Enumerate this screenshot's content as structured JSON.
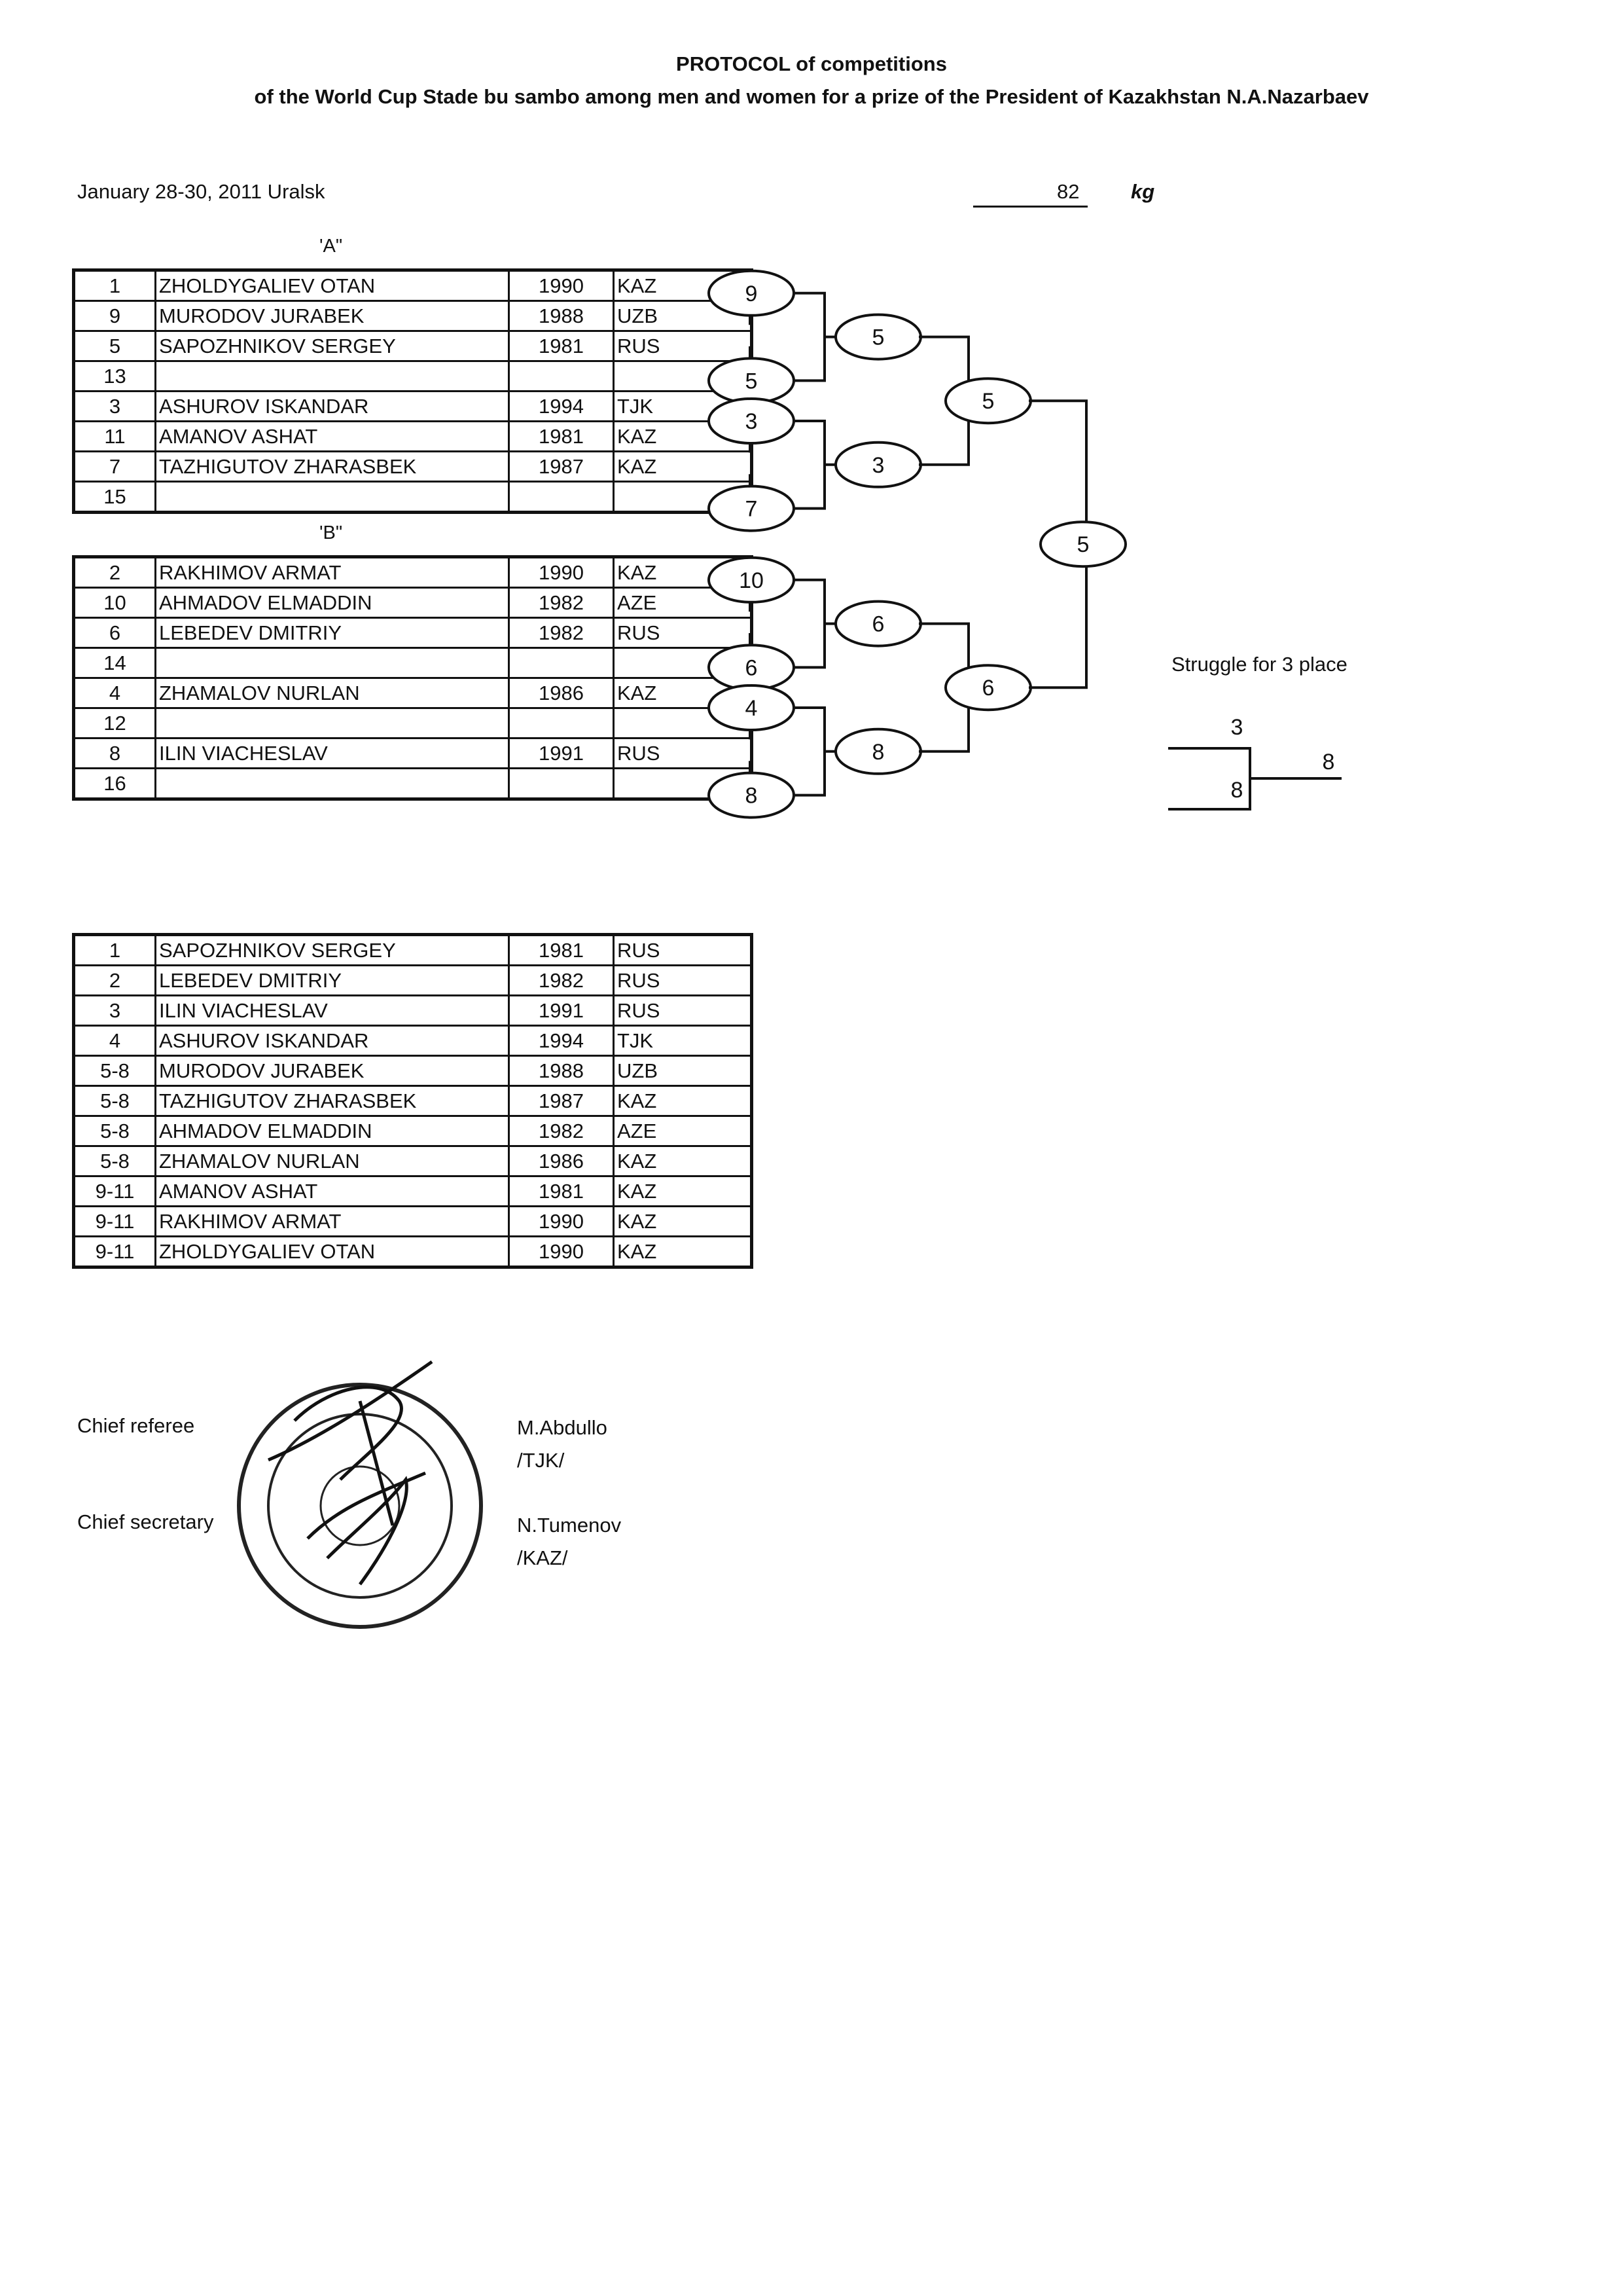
{
  "header": {
    "title": "PROTOCOL of competitions",
    "subtitle": "of the World Cup Stade bu sambo among men and women for a  prize of the President of Kazakhstan N.A.Nazarbaev",
    "date_place": "January 28-30, 2011 Uralsk",
    "weight": "82",
    "weight_unit": "kg"
  },
  "group_a": {
    "label": "'A\"",
    "rows": [
      {
        "num": "1",
        "name": "ZHOLDYGALIEV  OTAN",
        "year": "1990",
        "country": "KAZ"
      },
      {
        "num": "9",
        "name": "MURODOV JURABEK",
        "year": "1988",
        "country": "UZB"
      },
      {
        "num": "5",
        "name": "SAPOZHNIKOV SERGEY",
        "year": "1981",
        "country": "RUS"
      },
      {
        "num": "13",
        "name": "",
        "year": "",
        "country": ""
      },
      {
        "num": "3",
        "name": "ASHUROV ISKANDAR",
        "year": "1994",
        "country": "TJK"
      },
      {
        "num": "11",
        "name": "AMANOV ASHAT",
        "year": "1981",
        "country": "KAZ"
      },
      {
        "num": "7",
        "name": "TAZHIGUTOV ZHARASBEK",
        "year": "1987",
        "country": "KAZ"
      },
      {
        "num": "15",
        "name": "",
        "year": "",
        "country": ""
      }
    ]
  },
  "group_b": {
    "label": "'B\"",
    "rows": [
      {
        "num": "2",
        "name": "RAKHIMOV ARMAT",
        "year": "1990",
        "country": "KAZ"
      },
      {
        "num": "10",
        "name": "AHMADOV ELMADDIN",
        "year": "1982",
        "country": "AZE"
      },
      {
        "num": "6",
        "name": "LEBEDEV DMITRIY",
        "year": "1982",
        "country": "RUS"
      },
      {
        "num": "14",
        "name": "",
        "year": "",
        "country": ""
      },
      {
        "num": "4",
        "name": "ZHAMALOV NURLAN",
        "year": "1986",
        "country": "KAZ"
      },
      {
        "num": "12",
        "name": "",
        "year": "",
        "country": ""
      },
      {
        "num": "8",
        "name": "ILIN  VIACHESLAV",
        "year": "1991",
        "country": "RUS"
      },
      {
        "num": "16",
        "name": "",
        "year": "",
        "country": ""
      }
    ]
  },
  "bracket": {
    "a_round1": [
      "9",
      "5",
      "3",
      "7"
    ],
    "a_round2": [
      "5",
      "3"
    ],
    "a_final": "5",
    "b_round1": [
      "10",
      "6",
      "4",
      "8"
    ],
    "b_round2": [
      "6",
      "8"
    ],
    "b_final": "6",
    "final": "5"
  },
  "third_place": {
    "label": "Struggle for 3 place",
    "top": "3",
    "bottom": "8",
    "winner": "8"
  },
  "results": [
    {
      "place": "1",
      "name": "SAPOZHNIKOV SERGEY",
      "year": "1981",
      "country": "RUS"
    },
    {
      "place": "2",
      "name": "LEBEDEV DMITRIY",
      "year": "1982",
      "country": "RUS"
    },
    {
      "place": "3",
      "name": "ILIN  VIACHESLAV",
      "year": "1991",
      "country": "RUS"
    },
    {
      "place": "4",
      "name": "ASHUROV ISKANDAR",
      "year": "1994",
      "country": "TJK"
    },
    {
      "place": "5-8",
      "name": "MURODOV JURABEK",
      "year": "1988",
      "country": "UZB"
    },
    {
      "place": "5-8",
      "name": "TAZHIGUTOV ZHARASBEK",
      "year": "1987",
      "country": "KAZ"
    },
    {
      "place": "5-8",
      "name": "AHMADOV ELMADDIN",
      "year": "1982",
      "country": "AZE"
    },
    {
      "place": "5-8",
      "name": "ZHAMALOV NURLAN",
      "year": "1986",
      "country": "KAZ"
    },
    {
      "place": "9-11",
      "name": "AMANOV ASHAT",
      "year": "1981",
      "country": "KAZ"
    },
    {
      "place": "9-11",
      "name": "RAKHIMOV ARMAT",
      "year": "1990",
      "country": "KAZ"
    },
    {
      "place": "9-11",
      "name": "ZHOLDYGALIEV  OTAN",
      "year": "1990",
      "country": "KAZ"
    }
  ],
  "signatures": {
    "chief_referee_label": "Chief referee",
    "chief_referee_name": "M.Abdullo",
    "chief_referee_country": "/TJK/",
    "chief_secretary_label": "Chief secretary",
    "chief_secretary_name": "N.Tumenov",
    "chief_secretary_country": "/KAZ/"
  }
}
